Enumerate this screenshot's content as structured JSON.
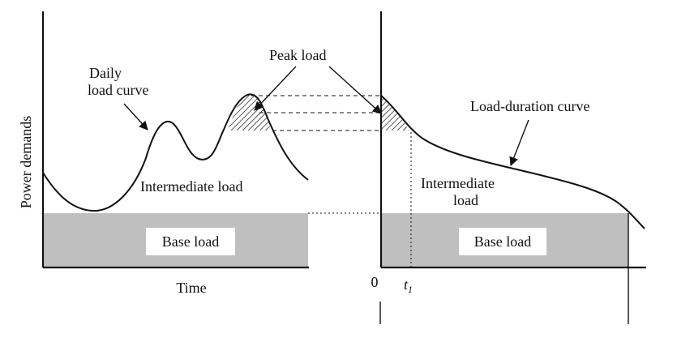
{
  "labels": {
    "y_axis": "Power demands",
    "x_axis_left": "Time",
    "daily_curve_line1": "Daily",
    "daily_curve_line2": "load curve",
    "peak_load": "Peak load",
    "intermediate_left": "Intermediate load",
    "base_left": "Base load",
    "load_duration": "Load-duration curve",
    "intermediate_right_line1": "Intermediate",
    "intermediate_right_line2": "load",
    "base_right": "Base load",
    "origin": "0",
    "t1_letter": "t",
    "t1_sub": "1"
  },
  "colors": {
    "ink": "#111111",
    "base_band": "#bfbfbf",
    "background": "#ffffff"
  }
}
